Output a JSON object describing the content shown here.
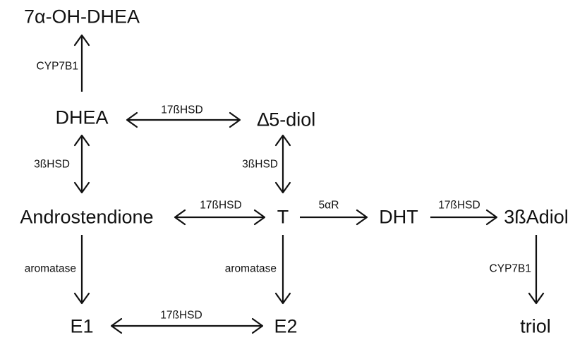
{
  "nodes": {
    "oh_dhea": "7α-OH-DHEA",
    "dhea": "DHEA",
    "d5diol": "∆5-diol",
    "androstenedione": "Androstendione",
    "t": "T",
    "dht": "DHT",
    "adiol": "3ßAdiol",
    "e1": "E1",
    "e2": "E2",
    "triol": "triol"
  },
  "edges": [
    {
      "id": "dhea-oh",
      "from": "dhea",
      "to": "oh_dhea",
      "label": "CYP7B1",
      "direction": "forward"
    },
    {
      "id": "dhea-d5diol",
      "from": "dhea",
      "to": "d5diol",
      "label": "17ßHSD",
      "direction": "both"
    },
    {
      "id": "dhea-andro",
      "from": "dhea",
      "to": "androstenedione",
      "label": "3ßHSD",
      "direction": "both"
    },
    {
      "id": "d5diol-t",
      "from": "d5diol",
      "to": "t",
      "label": "3ßHSD",
      "direction": "both"
    },
    {
      "id": "andro-t",
      "from": "androstenedione",
      "to": "t",
      "label": "17ßHSD",
      "direction": "both"
    },
    {
      "id": "t-dht",
      "from": "t",
      "to": "dht",
      "label": "5αR",
      "direction": "forward"
    },
    {
      "id": "dht-adiol",
      "from": "dht",
      "to": "adiol",
      "label": "17ßHSD",
      "direction": "forward"
    },
    {
      "id": "andro-e1",
      "from": "androstenedione",
      "to": "e1",
      "label": "aromatase",
      "direction": "forward"
    },
    {
      "id": "t-e2",
      "from": "t",
      "to": "e2",
      "label": "aromatase",
      "direction": "forward"
    },
    {
      "id": "e1-e2",
      "from": "e1",
      "to": "e2",
      "label": "17ßHSD",
      "direction": "both"
    },
    {
      "id": "adiol-triol",
      "from": "adiol",
      "to": "triol",
      "label": "CYP7B1",
      "direction": "forward"
    }
  ]
}
